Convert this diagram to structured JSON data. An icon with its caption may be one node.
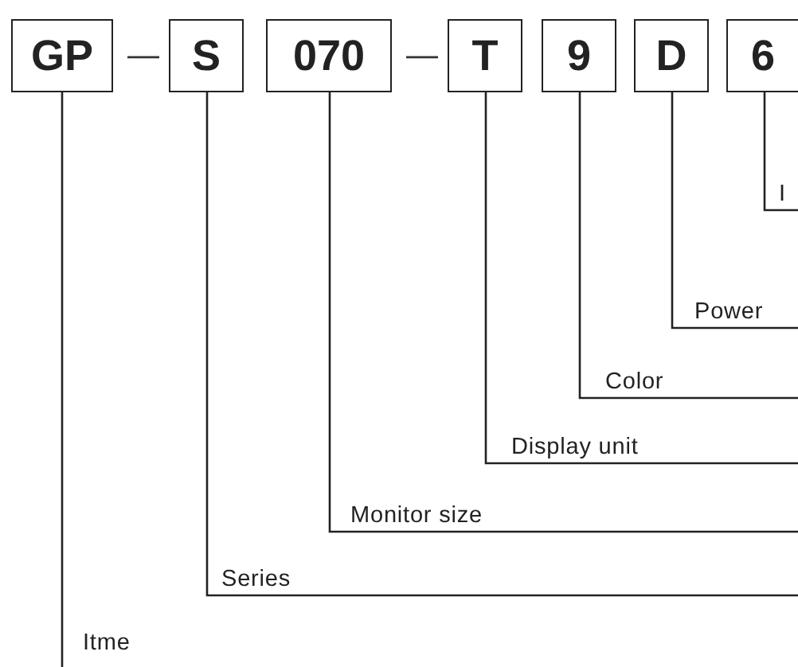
{
  "diagram": {
    "nodes": [
      {
        "text": [
          "GP"
        ]
      },
      {
        "text": [
          "S"
        ]
      },
      {
        "text": [
          "070"
        ]
      },
      {
        "text": [
          "T"
        ]
      },
      {
        "text": [
          "9"
        ]
      },
      {
        "text": [
          "D"
        ]
      },
      {
        "text": [
          "6"
        ]
      }
    ],
    "edges": [
      {
        "from": 6,
        "to": null,
        "arrow": "none",
        "label": "I"
      },
      {
        "from": 5,
        "to": null,
        "arrow": "none",
        "label": "Power"
      },
      {
        "from": 4,
        "to": null,
        "arrow": "none",
        "label": "Color"
      },
      {
        "from": 3,
        "to": null,
        "arrow": "none",
        "label": "Display unit"
      },
      {
        "from": 2,
        "to": null,
        "arrow": "none",
        "label": "Monitor size"
      },
      {
        "from": 1,
        "to": null,
        "arrow": "none",
        "label": "Series"
      },
      {
        "from": 0,
        "to": null,
        "arrow": "none",
        "label": "Itme"
      }
    ],
    "labels": [
      "—",
      "—"
    ]
  }
}
